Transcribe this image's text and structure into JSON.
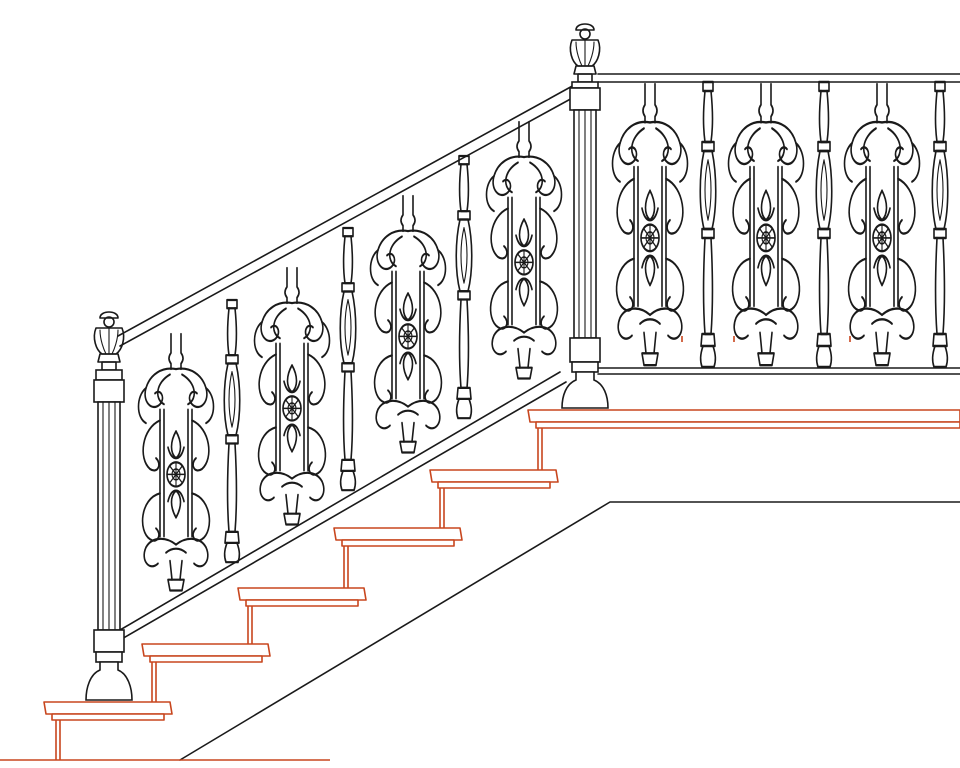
{
  "drawing": {
    "subject": "staircase-railing-elevation",
    "colors": {
      "ink": "#1a1a1a",
      "stair": "#c8461e",
      "background": "#ffffff"
    },
    "slope_section": {
      "ornamental_panels": 4,
      "plain_balusters": 3
    },
    "landing_section": {
      "ornamental_panels": 3,
      "plain_balusters": 3
    },
    "newel_posts": 2,
    "steps": 6
  }
}
